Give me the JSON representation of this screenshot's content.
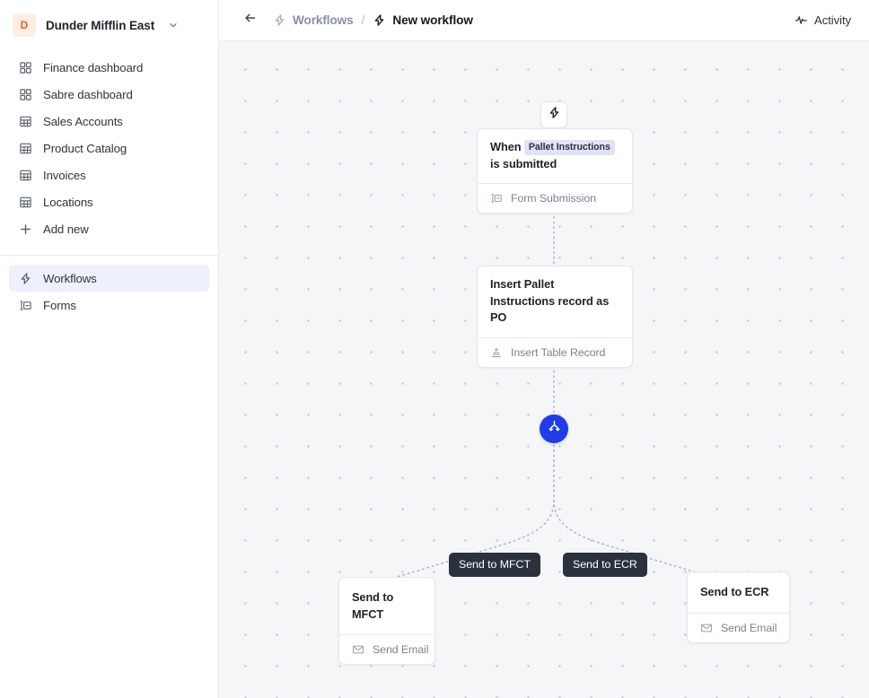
{
  "sidebar": {
    "workspace": {
      "initial": "D",
      "name": "Dunder Mifflin East",
      "caret_icon": "chevron-down-icon"
    },
    "items": [
      {
        "label": "Finance dashboard",
        "icon": "dashboard-icon",
        "active": false
      },
      {
        "label": "Sabre dashboard",
        "icon": "dashboard-icon",
        "active": false
      },
      {
        "label": "Sales Accounts",
        "icon": "table-icon",
        "active": false
      },
      {
        "label": "Product Catalog",
        "icon": "table-icon",
        "active": false
      },
      {
        "label": "Invoices",
        "icon": "table-icon",
        "active": false
      },
      {
        "label": "Locations",
        "icon": "table-icon",
        "active": false
      },
      {
        "label": "Add new",
        "icon": "plus-icon",
        "active": false
      }
    ],
    "secondary": [
      {
        "label": "Workflows",
        "icon": "bolt-icon",
        "active": true
      },
      {
        "label": "Forms",
        "icon": "form-icon",
        "active": false
      }
    ]
  },
  "topbar": {
    "back_icon": "arrow-left-icon",
    "breadcrumb": [
      {
        "label": "Workflows",
        "icon": "bolt-icon",
        "current": false
      },
      {
        "label": "New workflow",
        "icon": "bolt-icon",
        "current": true
      }
    ],
    "separator": "/",
    "activity": {
      "label": "Activity",
      "icon": "activity-pulse-icon"
    }
  },
  "canvas": {
    "trigger_badge_icon": "bolt-icon",
    "branch_icon": "branch-split-icon",
    "nodes": [
      {
        "id": "trigger",
        "title_prefix": "When",
        "title_chip": "Pallet Instructions",
        "title_suffix": "is submitted",
        "subtitle": "Form Submission",
        "subtitle_icon": "form-icon"
      },
      {
        "id": "insert-record",
        "title": "Insert Pallet Instructions record as PO",
        "subtitle": "Insert Table Record",
        "subtitle_icon": "insert-record-icon"
      },
      {
        "id": "send-mfct",
        "title": "Send to MFCT",
        "subtitle": "Send Email",
        "subtitle_icon": "envelope-icon"
      },
      {
        "id": "send-ecr",
        "title": "Send to ECR",
        "subtitle": "Send Email",
        "subtitle_icon": "envelope-icon"
      }
    ],
    "branch_labels": [
      {
        "label": "Send to MFCT"
      },
      {
        "label": "Send to ECR"
      }
    ]
  },
  "colors": {
    "accent_blue": "#1f3ce8",
    "active_nav": "#eef0fb",
    "chip_bg": "#e0e4f6",
    "avatar_bg": "#fdeee4",
    "avatar_fg": "#e0642a",
    "canvas_bg": "#f4f6f8",
    "dot": "#ccd2dc",
    "label_dark": "#2b323d"
  }
}
